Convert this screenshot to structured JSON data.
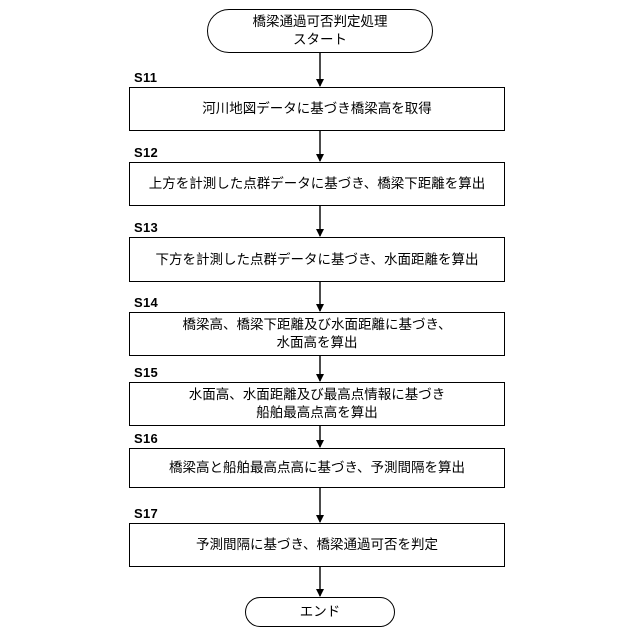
{
  "start": {
    "line1": "橋梁通過可否判定処理",
    "line2": "スタート"
  },
  "steps": [
    {
      "id": "S11",
      "lines": [
        "河川地図データに基づき橋梁高を取得"
      ]
    },
    {
      "id": "S12",
      "lines": [
        "上方を計測した点群データに基づき、橋梁下距離を算出"
      ]
    },
    {
      "id": "S13",
      "lines": [
        "下方を計測した点群データに基づき、水面距離を算出"
      ]
    },
    {
      "id": "S14",
      "lines": [
        "橋梁高、橋梁下距離及び水面距離に基づき、",
        "水面高を算出"
      ]
    },
    {
      "id": "S15",
      "lines": [
        "水面高、水面距離及び最高点情報に基づき",
        "船舶最高点高を算出"
      ]
    },
    {
      "id": "S16",
      "lines": [
        "橋梁高と船舶最高点高に基づき、予測間隔を算出"
      ]
    },
    {
      "id": "S17",
      "lines": [
        "予測間隔に基づき、橋梁通過可否を判定"
      ]
    }
  ],
  "end": {
    "label": "エンド"
  }
}
